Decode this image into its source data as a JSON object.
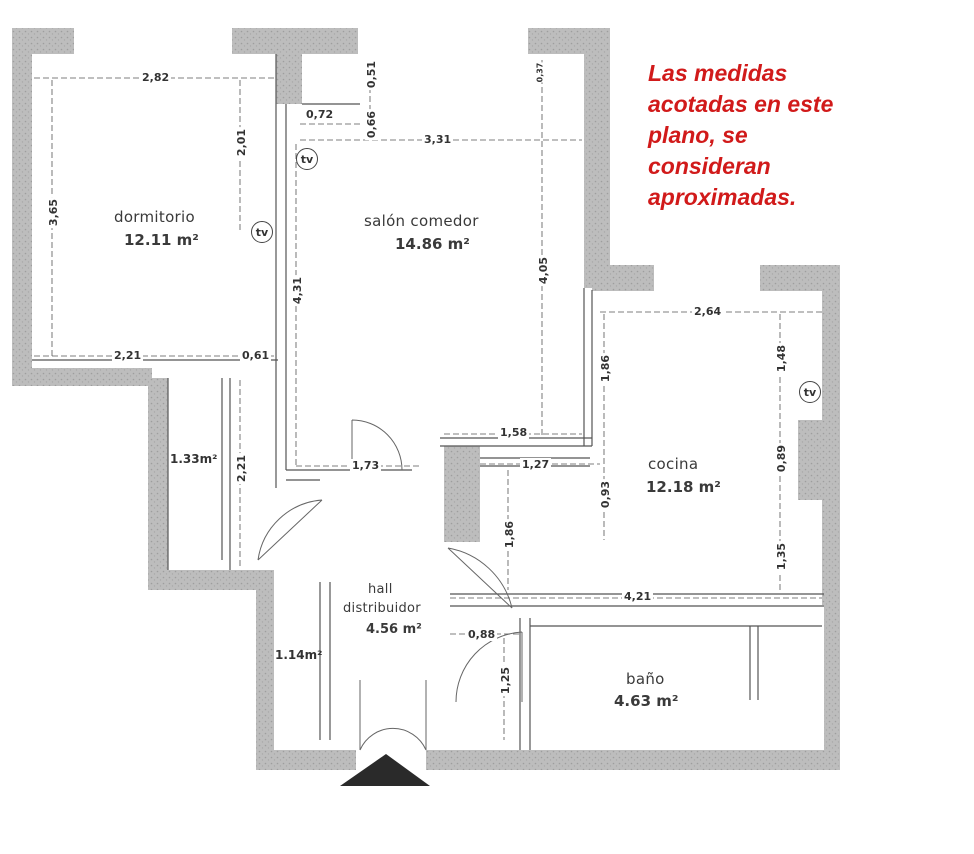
{
  "note": {
    "lines": [
      "Las medidas",
      "acotadas en este",
      "plano, se",
      "consideran",
      "aproximadas."
    ],
    "color": "#d11a1a"
  },
  "rooms": {
    "dormitorio": {
      "name": "dormitorio",
      "area": "12.11 m²"
    },
    "salon": {
      "name": "salón comedor",
      "area": "14.86 m²"
    },
    "cocina": {
      "name": "cocina",
      "area": "12.18 m²"
    },
    "hall": {
      "name_line1": "hall",
      "name_line2": "distribuidor",
      "area": "4.56 m²"
    },
    "bano": {
      "name": "baño",
      "area": "4.63 m²"
    },
    "closet1": {
      "area": "1.33m²"
    },
    "closet2": {
      "area": "1.14m²"
    }
  },
  "tv_label": "tv",
  "dimensions": {
    "d_282": "2,82",
    "d_201": "2,01",
    "d_365": "3,65",
    "d_051": "0,51",
    "d_037": "0,37",
    "d_072": "0,72",
    "d_066": "0,66",
    "d_331": "3,31",
    "d_431": "4,31",
    "d_405": "4,05",
    "d_221h": "2,21",
    "d_061": "0,61",
    "d_264": "2,64",
    "d_186a": "1,86",
    "d_148": "1,48",
    "d_158": "1,58",
    "d_221v": "2,21",
    "d_173": "1,73",
    "d_127": "1,27",
    "d_093": "0,93",
    "d_089": "0,89",
    "d_186b": "1,86",
    "d_135": "1,35",
    "d_421": "4,21",
    "d_088": "0,88",
    "d_125": "1,25"
  },
  "colors": {
    "wall": "#b9b9b9",
    "line": "#444444"
  }
}
